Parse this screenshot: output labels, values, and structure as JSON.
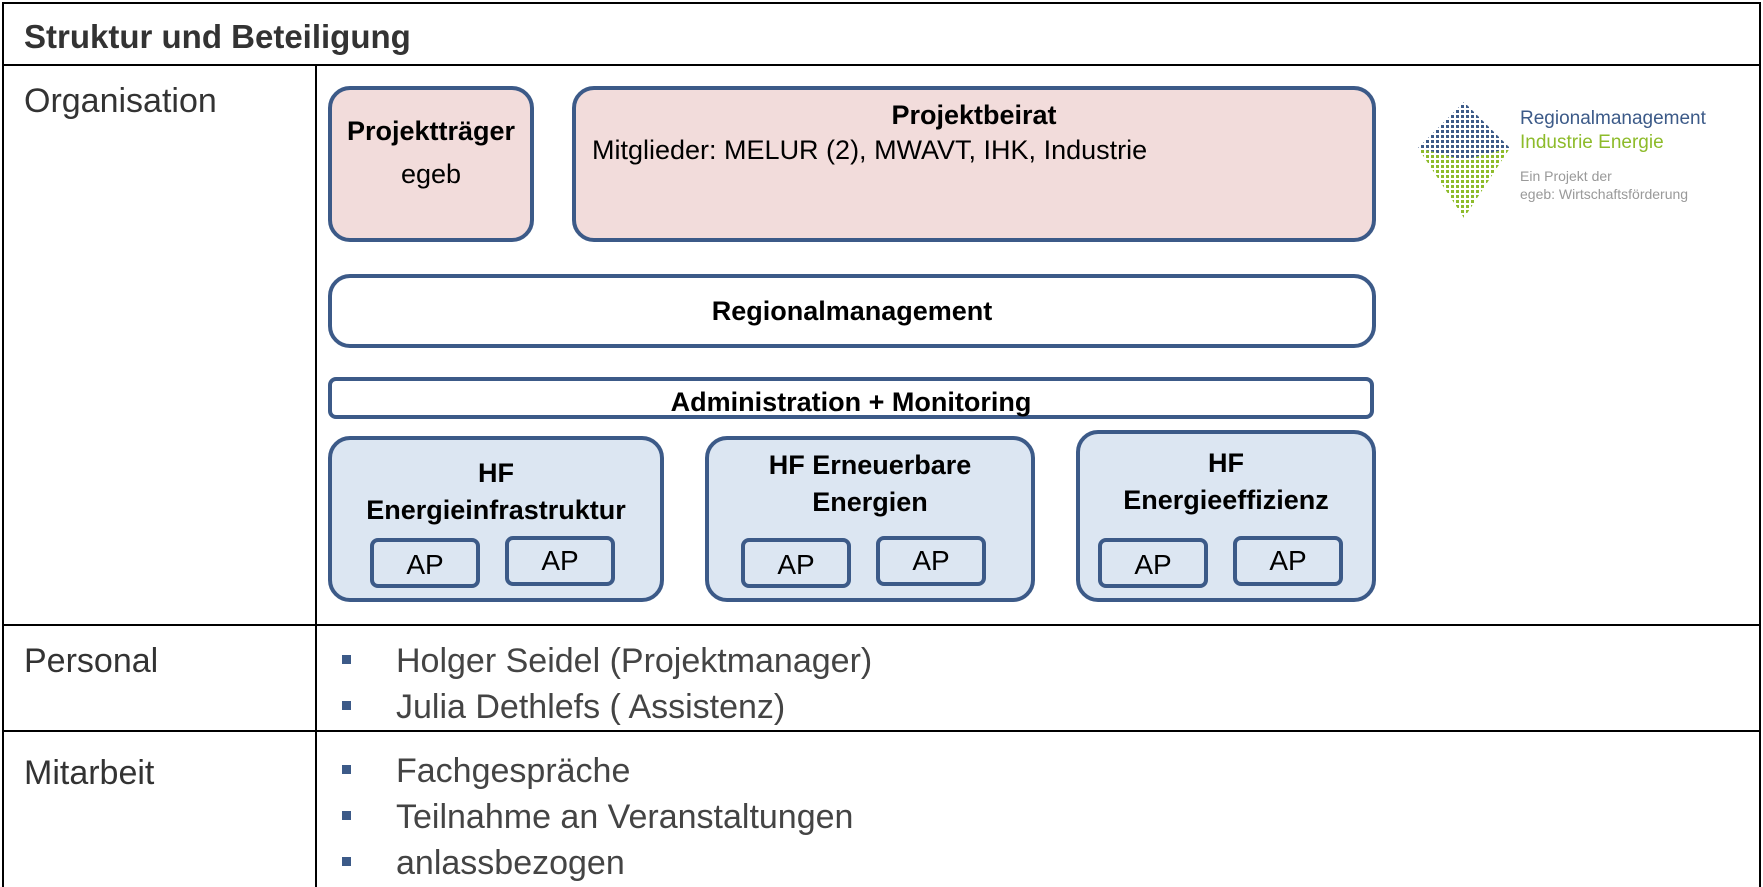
{
  "header": {
    "title": "Struktur und  Beteiligung"
  },
  "rows": [
    {
      "label": "Organisation"
    },
    {
      "label": "Personal"
    },
    {
      "label": "Mitarbeit"
    }
  ],
  "org": {
    "traeger": {
      "title": "Projektträger",
      "sub": "egeb"
    },
    "beirat": {
      "title": "Projektbeirat",
      "sub": "Mitglieder: MELUR (2), MWAVT, IHK, Industrie"
    },
    "regional": "Regionalmanagement",
    "admin": "Administration  + Monitoring",
    "hf": [
      {
        "line1": "HF",
        "line2": "Energieinfrastruktur",
        "ap1": "AP",
        "ap2": "AP"
      },
      {
        "line1": "HF Erneuerbare",
        "line2": "Energien",
        "ap1": "AP",
        "ap2": "AP"
      },
      {
        "line1": "HF",
        "line2": "Energieeffizienz",
        "ap1": "AP",
        "ap2": "AP"
      }
    ]
  },
  "logo": {
    "line1": "Regionalmanagement",
    "line2": "Industrie Energie",
    "line3": "Ein Projekt der",
    "line4": "egeb: Wirtschaftsförderung",
    "colors": {
      "blue": "#3c5a88",
      "green": "#8dbb2a"
    }
  },
  "personal": [
    "Holger Seidel (Projektmanager)",
    "Julia Dethlefs ( Assistenz)"
  ],
  "mitarbeit": [
    "Fachgespräche",
    "Teilnahme an Veranstaltungen",
    "anlassbezogen"
  ]
}
